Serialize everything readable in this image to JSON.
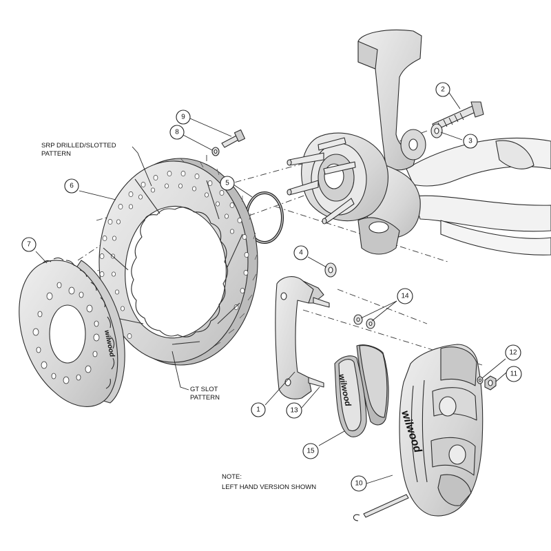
{
  "labels": {
    "srp_line1": "SRP DRILLED/SLOTTED",
    "srp_line2": "PATTERN",
    "gt_line1": "GT SLOT",
    "gt_line2": "PATTERN",
    "note_line1": "NOTE:",
    "note_line2": "LEFT HAND VERSION SHOWN"
  },
  "callouts": {
    "c1": "1",
    "c2": "2",
    "c3": "3",
    "c4": "4",
    "c5": "5",
    "c6": "6",
    "c7": "7",
    "c8": "8",
    "c9": "9",
    "c10": "10",
    "c11": "11",
    "c12": "12",
    "c13": "13",
    "c14": "14",
    "c15": "15"
  },
  "branding": {
    "pad_logo": "wilwood",
    "hat_logo": "wilwood",
    "caliper_logo": "wilwood"
  },
  "colors": {
    "part_fill": "#dedede",
    "part_dark": "#b8b8b8",
    "line": "#222222"
  }
}
